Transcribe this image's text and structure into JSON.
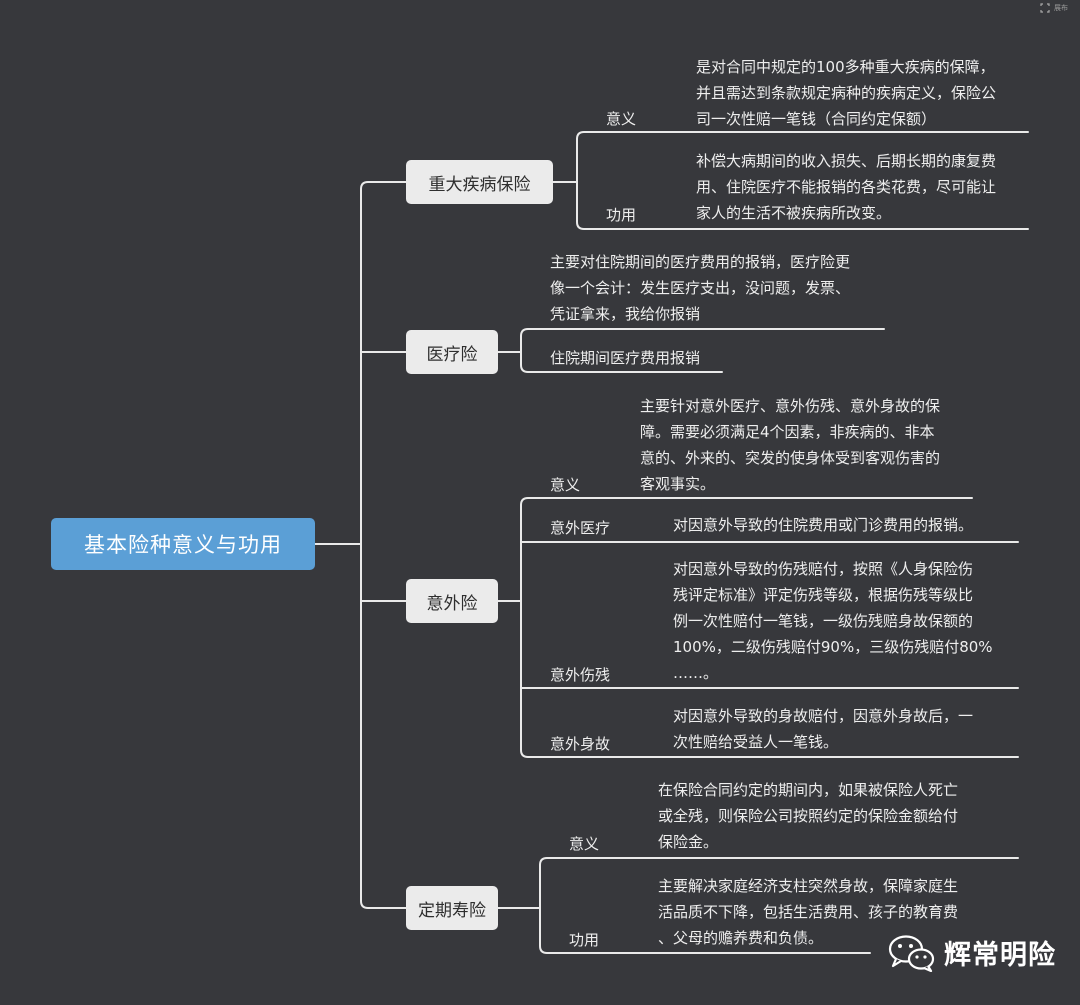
{
  "topbar": {
    "label": "展布"
  },
  "root": {
    "label": "基本险种意义与功用"
  },
  "critical": {
    "label": "重大疾病保险",
    "meaning_label": "意义",
    "meaning_text": "是对合同中规定的100多种重大疾病的保障，\n并且需达到条款规定病种的疾病定义，保险公\n司一次性赔一笔钱（合同约定保额）",
    "function_label": "功用",
    "function_text": "补偿大病期间的收入损失、后期长期的康复费\n用、住院医疗不能报销的各类花费，尽可能让\n家人的生活不被疾病所改变。"
  },
  "medical": {
    "label": "医疗险",
    "desc_text": "主要对住院期间的医疗费用的报销，医疗险更\n像一个会计：发生医疗支出，没问题，发票、\n凭证拿来，我给你报销",
    "item_text": "住院期间医疗费用报销"
  },
  "accident": {
    "label": "意外险",
    "meaning_label": "意义",
    "meaning_text": "主要针对意外医疗、意外伤残、意外身故的保\n障。需要必须满足4个因素，非疾病的、非本\n意的、外来的、突发的使身体受到客观伤害的\n客观事实。",
    "medical_label": "意外医疗",
    "medical_text": "对因意外导致的住院费用或门诊费用的报销。",
    "disability_label": "意外伤残",
    "disability_text": "对因意外导致的伤残赔付，按照《人身保险伤\n残评定标准》评定伤残等级，根据伤残等级比\n例一次性赔付一笔钱，一级伤残赔身故保额的\n100%，二级伤残赔付90%，三级伤残赔付80%\n……。",
    "death_label": "意外身故",
    "death_text": "对因意外导致的身故赔付，因意外身故后，一\n次性赔给受益人一笔钱。"
  },
  "term": {
    "label": "定期寿险",
    "meaning_label": "意义",
    "meaning_text": "在保险合同约定的期间内，如果被保险人死亡\n或全残，则保险公司按照约定的保险金额给付\n保险金。",
    "function_label": "功用",
    "function_text": "主要解决家庭经济支柱突然身故，保障家庭生\n活品质不下降，包括生活费用、孩子的教育费\n、父母的赡养费和负债。"
  },
  "watermark": {
    "text": "辉常明险"
  },
  "colors": {
    "background": "#37383c",
    "root": "#5b9fd6",
    "node": "#ebebeb",
    "line": "#eaeaea"
  }
}
